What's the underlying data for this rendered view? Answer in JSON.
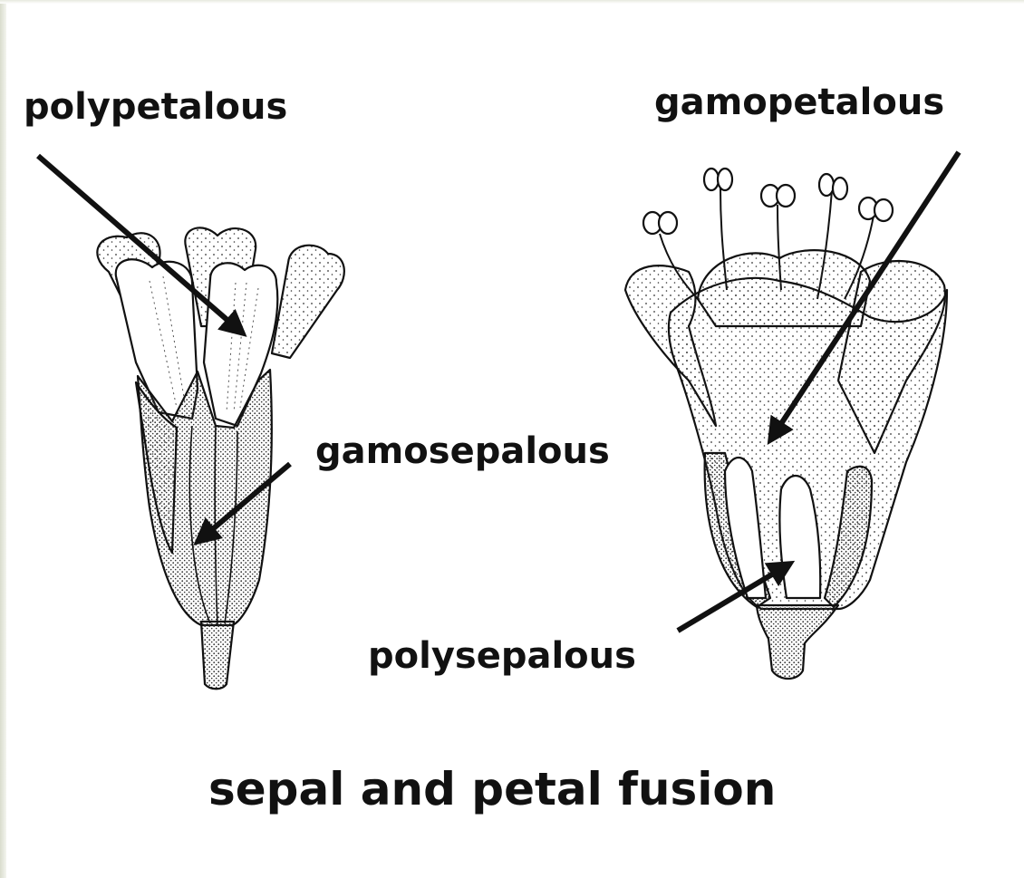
{
  "labels": {
    "polypetalous": "polypetalous",
    "gamopetalous": "gamopetalous",
    "gamosepalous": "gamosepalous",
    "polysepalous": "polysepalous"
  },
  "title": "sepal and petal fusion",
  "colors": {
    "ink": "#111111",
    "paper": "#ffffff",
    "stipple": "#333333"
  }
}
